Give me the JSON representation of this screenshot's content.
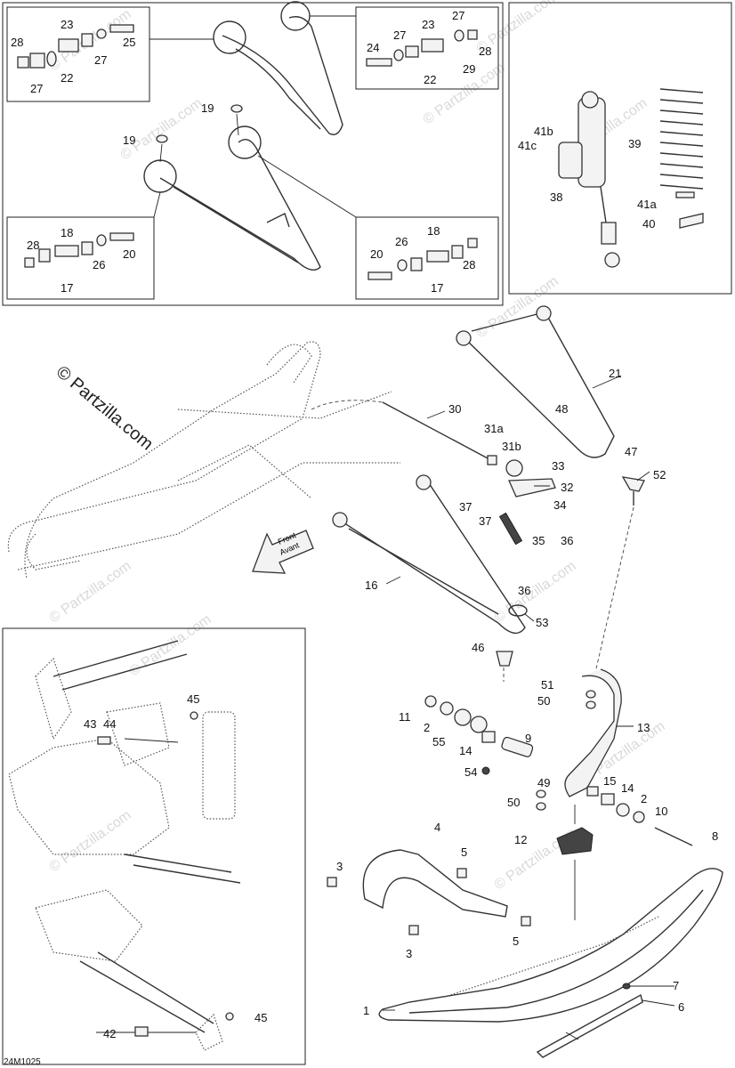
{
  "brand": "© Partzilla.com",
  "watermark": "© Partzilla.com",
  "diagram_code": "24M1025",
  "front_label": "Front",
  "front_label_fr": "Avant",
  "callouts": {
    "c1": "1",
    "c2a": "2",
    "c2b": "2",
    "c3a": "3",
    "c3b": "3",
    "c4": "4",
    "c5a": "5",
    "c5b": "5",
    "c6": "6",
    "c7": "7",
    "c8": "8",
    "c9": "9",
    "c10": "10",
    "c11": "11",
    "c12": "12",
    "c13": "13",
    "c14a": "14",
    "c14b": "14",
    "c15": "15",
    "c16": "16",
    "c17a": "17",
    "c17b": "17",
    "c18a": "18",
    "c18b": "18",
    "c19a": "19",
    "c19b": "19",
    "c20a": "20",
    "c20b": "20",
    "c21": "21",
    "c22a": "22",
    "c22b": "22",
    "c23a": "23",
    "c23b": "23",
    "c24": "24",
    "c25": "25",
    "c26a": "26",
    "c26b": "26",
    "c27a": "27",
    "c27b": "27",
    "c27c": "27",
    "c28a": "28",
    "c28b": "28",
    "c28c": "28",
    "c28d": "28",
    "c29": "29",
    "c30": "30",
    "c31a": "31a",
    "c31b": "31b",
    "c32": "32",
    "c33": "33",
    "c34": "34",
    "c35": "35",
    "c36a": "36",
    "c36b": "36",
    "c37a": "37",
    "c37b": "37",
    "c38": "38",
    "c39": "39",
    "c40": "40",
    "c41a": "41a",
    "c41b": "41b",
    "c41c": "41c",
    "c42": "42",
    "c43": "43",
    "c44": "44",
    "c45a": "45",
    "c45b": "45",
    "c46": "46",
    "c47": "47",
    "c48": "48",
    "c49": "49",
    "c50a": "50",
    "c50b": "50",
    "c51": "51",
    "c52": "52",
    "c53": "53",
    "c54": "54",
    "c55": "55"
  }
}
